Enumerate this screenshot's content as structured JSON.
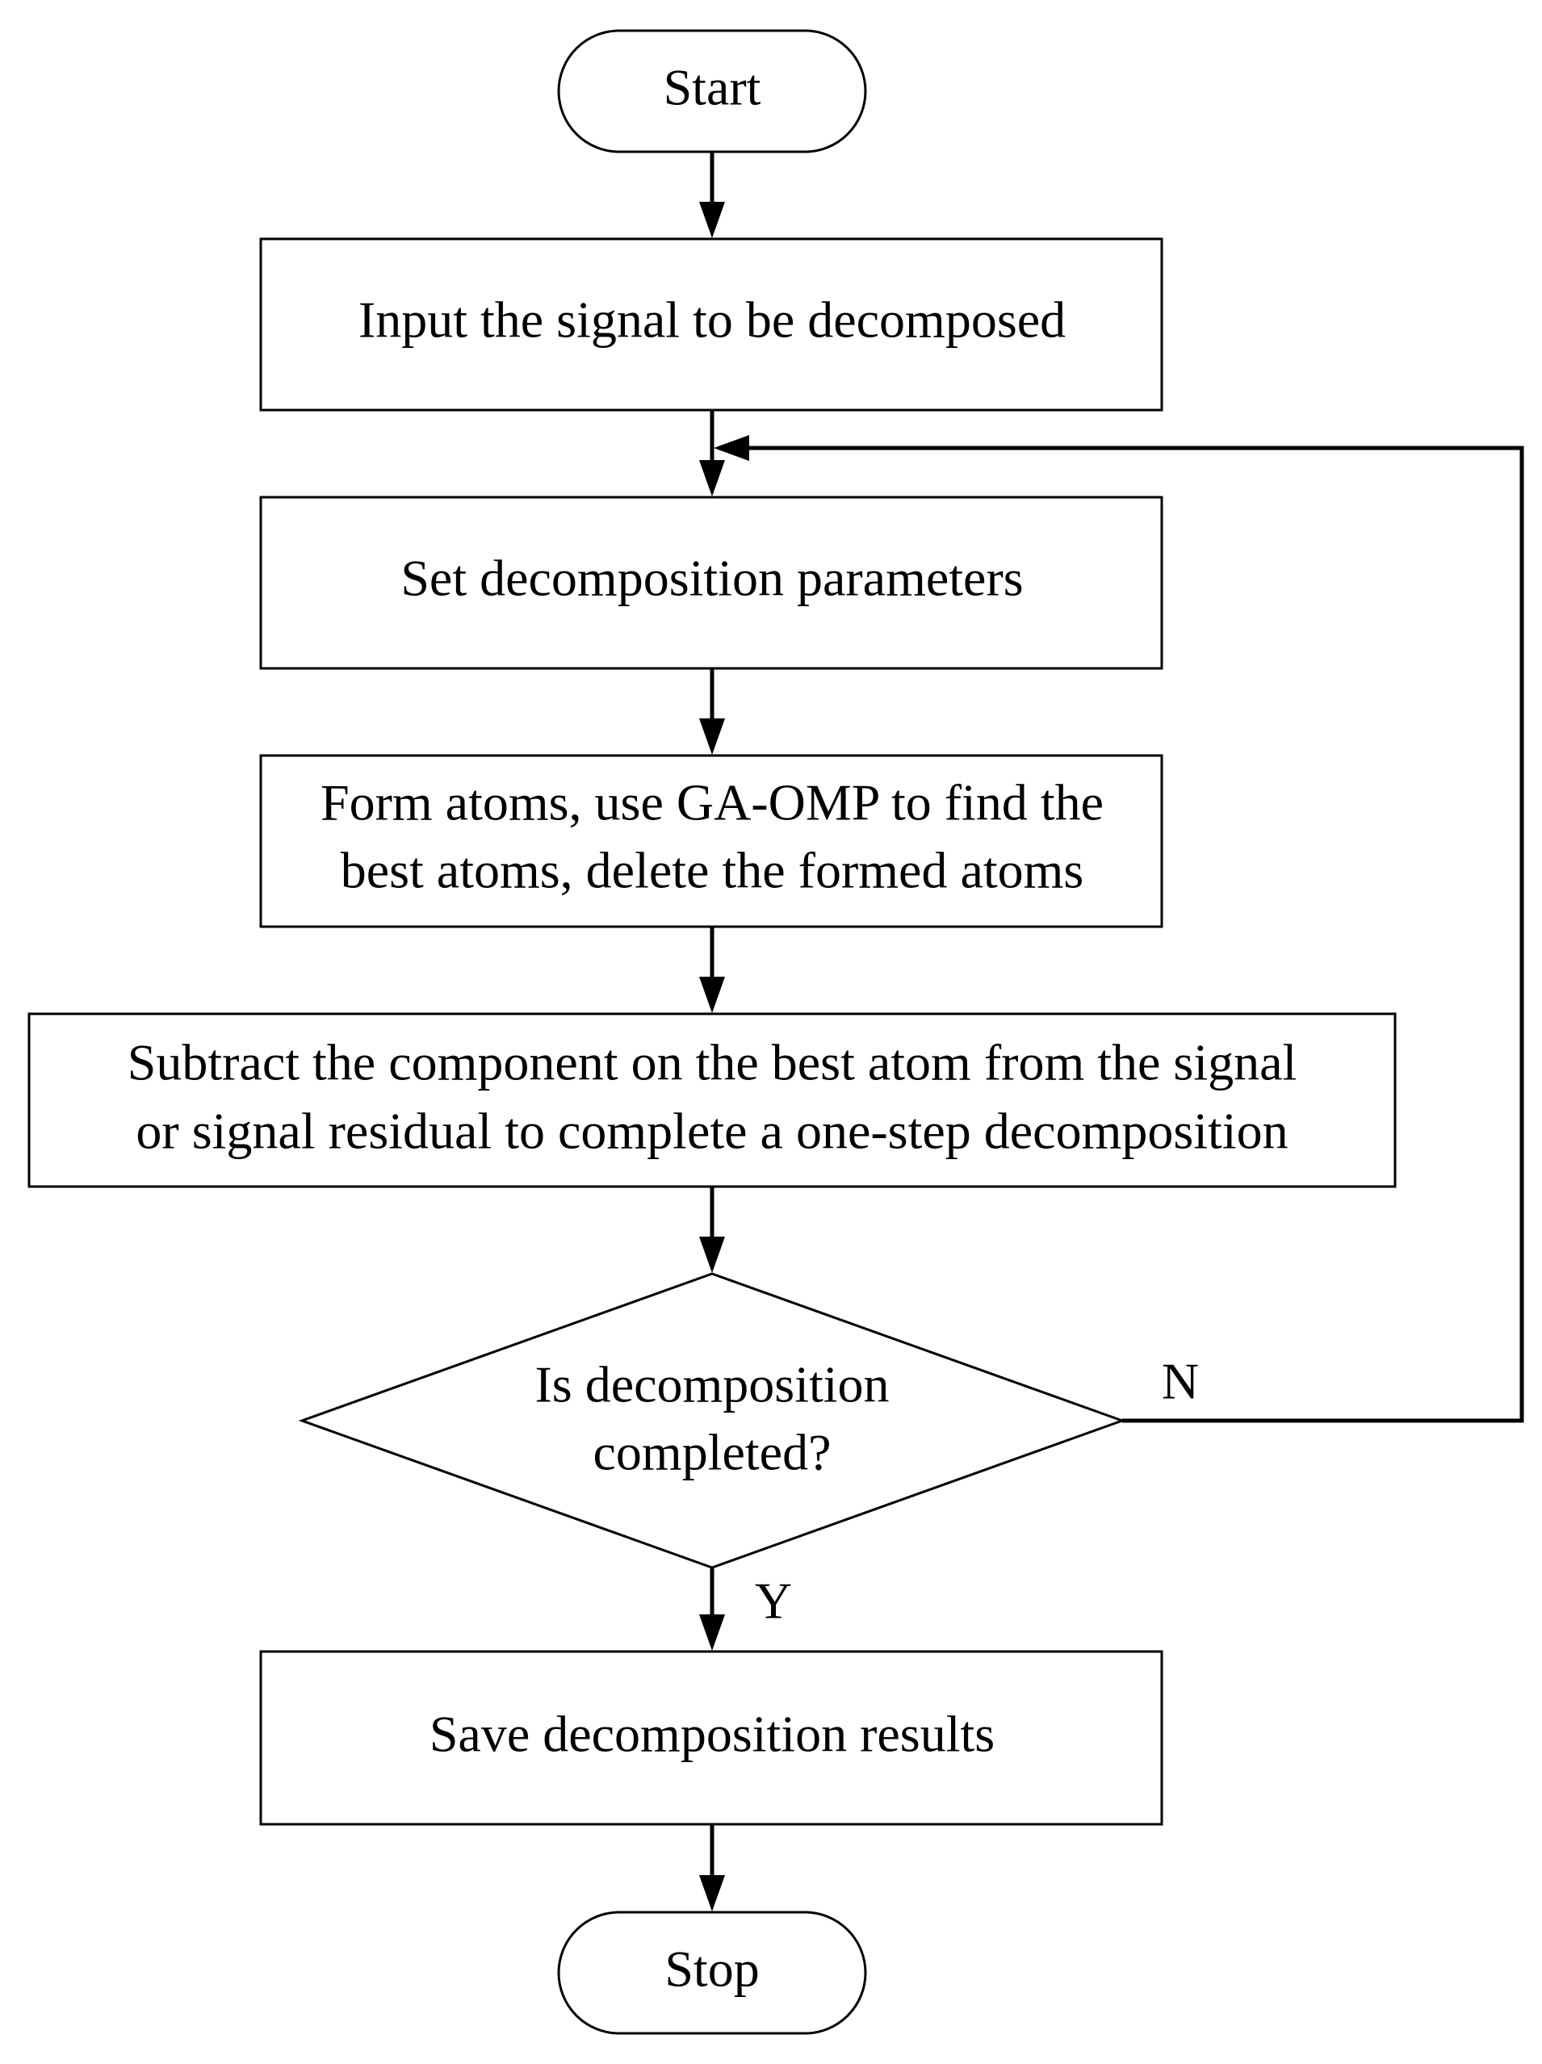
{
  "flowchart": {
    "start": "Start",
    "input": "Input the signal to be decomposed",
    "set_params": "Set decomposition parameters",
    "form_atoms": {
      "line1": "Form atoms, use GA-OMP to find the",
      "line2": "best atoms, delete the formed atoms"
    },
    "subtract": {
      "line1": "Subtract the component on the best atom from the signal",
      "line2": "or signal residual to complete a one-step decomposition"
    },
    "decision": {
      "line1": "Is decomposition",
      "line2": "completed?"
    },
    "no_label": "N",
    "yes_label": "Y",
    "save": "Save decomposition results",
    "stop": "Stop"
  }
}
